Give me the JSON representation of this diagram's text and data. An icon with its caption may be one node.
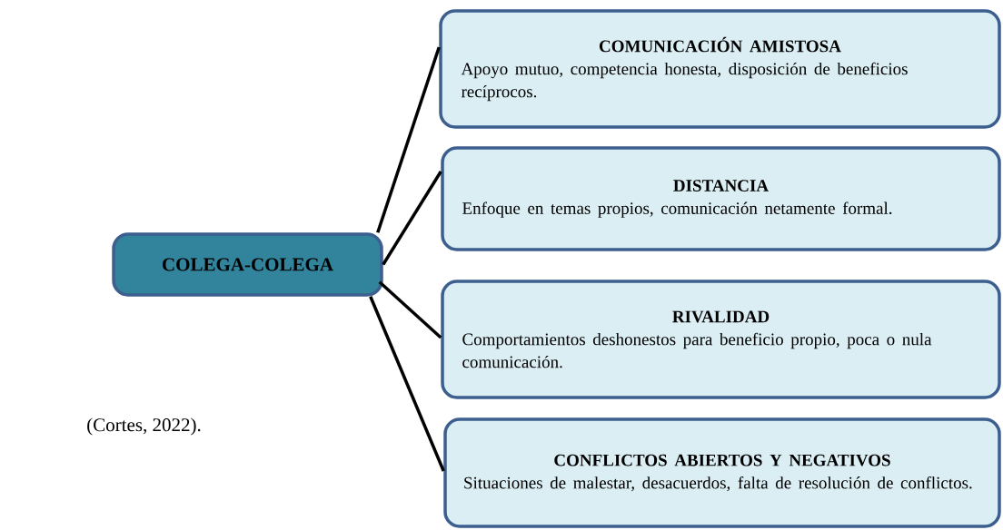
{
  "diagram": {
    "nodes": [
      {
        "text": [
          "COLEGA-COLEGA"
        ]
      },
      {
        "text": [
          "COMUNICACIÓN AMISTOSA",
          "Apoyo mutuo, competencia honesta, disposición de beneficios recíprocos."
        ]
      },
      {
        "text": [
          "DISTANCIA",
          "Enfoque en temas propios, comunicación netamente formal."
        ]
      },
      {
        "text": [
          "RIVALIDAD",
          "Comportamientos deshonestos para beneficio propio, poca o nula comunicación."
        ]
      },
      {
        "text": [
          "CONFLICTOS ABIERTOS Y NEGATIVOS",
          "Situaciones de malestar, desacuerdos, falta de resolución de conflictos."
        ]
      }
    ],
    "edges": [
      {
        "from": 0,
        "to": 1,
        "arrow": "none"
      },
      {
        "from": 0,
        "to": 2,
        "arrow": "none"
      },
      {
        "from": 0,
        "to": 3,
        "arrow": "none"
      },
      {
        "from": 0,
        "to": 4,
        "arrow": "none"
      }
    ],
    "labels": [
      "(Cortes, 2022)."
    ]
  }
}
